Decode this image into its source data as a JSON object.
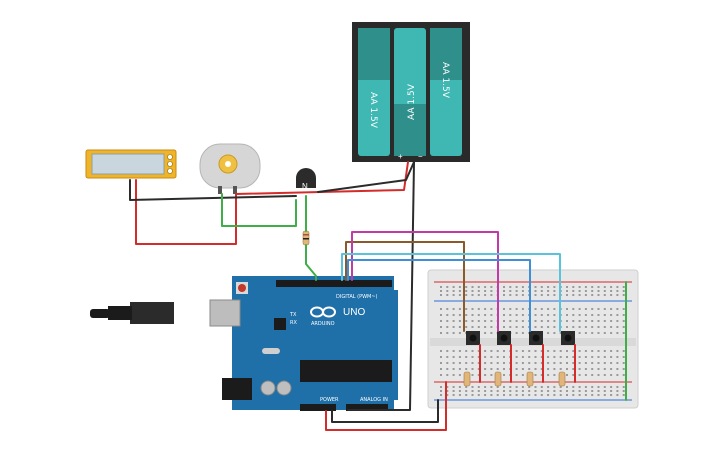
{
  "battery": {
    "cells": [
      "AA 1.5V",
      "AA 1.5V",
      "AA 1.5V"
    ],
    "plus": "+",
    "minus": "−"
  },
  "transistor": {
    "label": "N"
  },
  "arduino": {
    "model": "UNO",
    "brand": "ARDUINO",
    "header_digital": "DIGITAL (PWM~)",
    "header_analog": "ANALOG IN",
    "header_power": "POWER",
    "led_tx": "TX",
    "led_rx": "RX"
  },
  "colors": {
    "wire_red": "#d42b2b",
    "wire_black": "#2b2b2b",
    "wire_green": "#3fae49",
    "wire_brown": "#8b5a2b",
    "wire_magenta": "#c23aa8",
    "wire_cyan": "#5bc3d9",
    "wire_blue": "#3e8fd6",
    "board_blue": "#1f6fa8",
    "battery_teal": "#3fb8b3",
    "lcd_frame": "#f0b429"
  }
}
